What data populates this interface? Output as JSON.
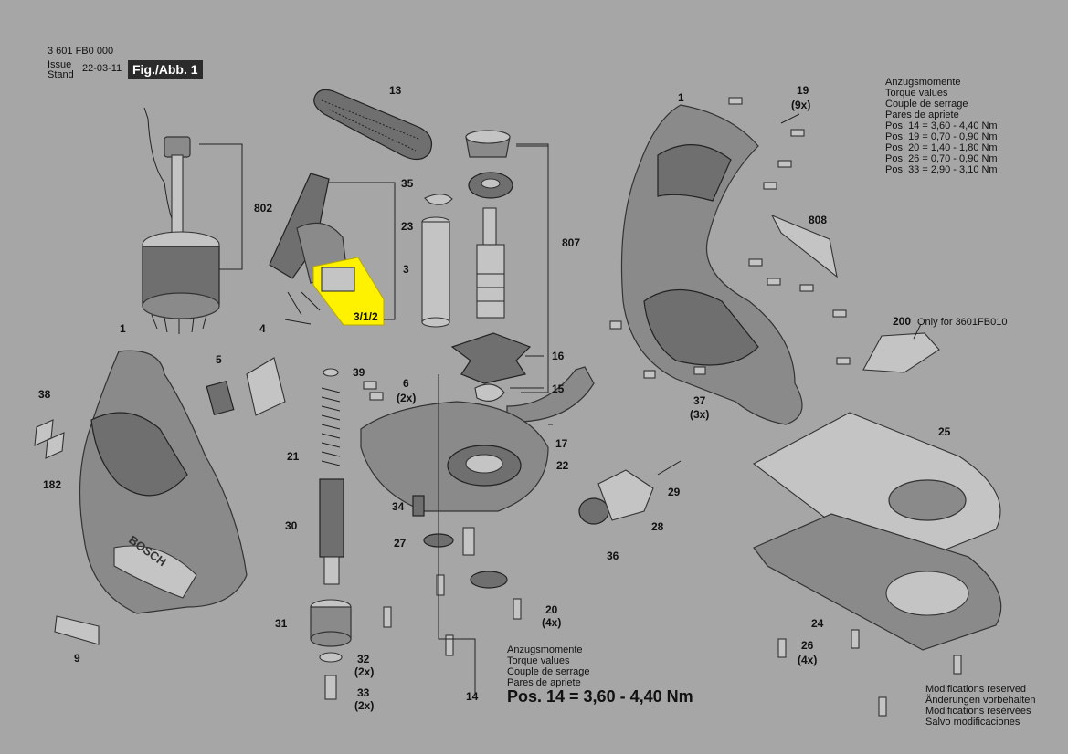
{
  "header": {
    "doc_number": "3 601 FB0 000",
    "issue_label": "Issue",
    "stand_label": "Stand",
    "issue_date": "22-03-11",
    "figure": "Fig./Abb. 1"
  },
  "torque_top": {
    "lines": [
      "Anzugsmomente",
      "Torque values",
      "Couple de serrage",
      "Pares de apriete"
    ],
    "values": [
      "Pos. 14 = 3,60 - 4,40 Nm",
      "Pos. 19 = 0,70 - 0,90 Nm",
      "Pos. 20 = 1,40 - 1,80 Nm",
      "Pos. 26 = 0,70 - 0,90 Nm",
      "Pos. 33 = 2,90 - 3,10 Nm"
    ]
  },
  "torque_bottom": {
    "lines": [
      "Anzugsmomente",
      "Torque values",
      "Couple de serrage",
      "Pares de apriete"
    ],
    "big": "Pos. 14 = 3,60 - 4,40 Nm"
  },
  "only_for": "Only for 3601FB010",
  "modifications": [
    "Modifications reserved",
    "Änderungen vorbehalten",
    "Modifications resérvées",
    "Salvo modificaciones"
  ],
  "brand_marks": {
    "brand": "BOSCH"
  },
  "highlight_color": "#fff200",
  "parts": [
    {
      "label": "13"
    },
    {
      "label": "802"
    },
    {
      "label": "35"
    },
    {
      "label": "23"
    },
    {
      "label": "3"
    },
    {
      "label": "3/1/2"
    },
    {
      "label": "807"
    },
    {
      "label": "1"
    },
    {
      "label": "1"
    },
    {
      "label": "4"
    },
    {
      "label": "5"
    },
    {
      "label": "39"
    },
    {
      "label": "6"
    },
    {
      "label": "(2x)"
    },
    {
      "label": "38"
    },
    {
      "label": "182"
    },
    {
      "label": "21"
    },
    {
      "label": "16"
    },
    {
      "label": "15"
    },
    {
      "label": "17"
    },
    {
      "label": "22"
    },
    {
      "label": "30"
    },
    {
      "label": "34"
    },
    {
      "label": "27"
    },
    {
      "label": "31"
    },
    {
      "label": "32"
    },
    {
      "label": "(2x)"
    },
    {
      "label": "33"
    },
    {
      "label": "(2x)"
    },
    {
      "label": "9"
    },
    {
      "label": "14"
    },
    {
      "label": "20"
    },
    {
      "label": "(4x)"
    },
    {
      "label": "36"
    },
    {
      "label": "28"
    },
    {
      "label": "29"
    },
    {
      "label": "19"
    },
    {
      "label": "(9x)"
    },
    {
      "label": "808"
    },
    {
      "label": "200"
    },
    {
      "label": "37"
    },
    {
      "label": "(3x)"
    },
    {
      "label": "25"
    },
    {
      "label": "24"
    },
    {
      "label": "26"
    },
    {
      "label": "(4x)"
    }
  ]
}
